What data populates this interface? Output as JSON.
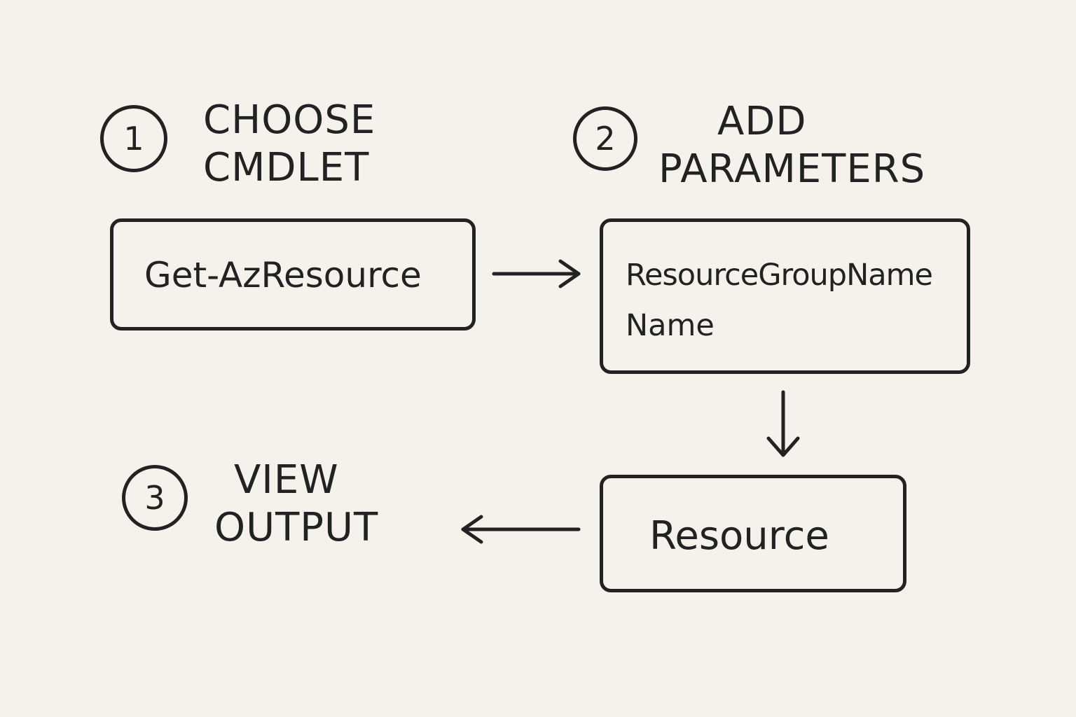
{
  "steps": [
    {
      "number": "1",
      "title_line1": "CHOOSE",
      "title_line2": "CMDLET"
    },
    {
      "number": "2",
      "title_line1": "ADD",
      "title_line2": "PARAMETERS"
    },
    {
      "number": "3",
      "title_line1": "VIEW",
      "title_line2": "OUTPUT"
    }
  ],
  "boxes": {
    "cmdlet": "Get-AzResource",
    "parameters": [
      "ResourceGroupName",
      "Name"
    ],
    "output": "Resource"
  },
  "colors": {
    "background": "#f5f2ec",
    "ink": "#222222"
  }
}
